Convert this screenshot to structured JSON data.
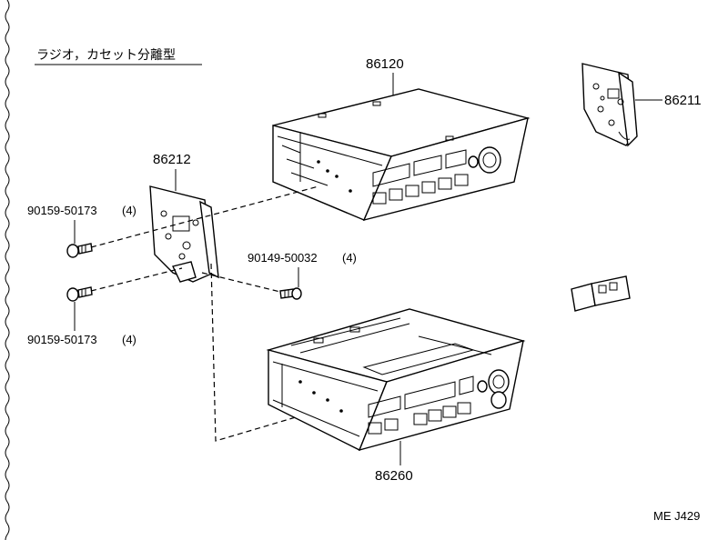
{
  "title": "ラジオ，カセット分離型",
  "parts": {
    "p86120": "86120",
    "p86211": "86211",
    "p86212": "86212",
    "p86260": "86260",
    "screw_upper": "90159-50173",
    "screw_upper_qty": "(4)",
    "screw_lower": "90159-50173",
    "screw_lower_qty": "(4)",
    "screw_mid": "90149-50032",
    "screw_mid_qty": "(4)"
  },
  "figure_code": "ME J429"
}
